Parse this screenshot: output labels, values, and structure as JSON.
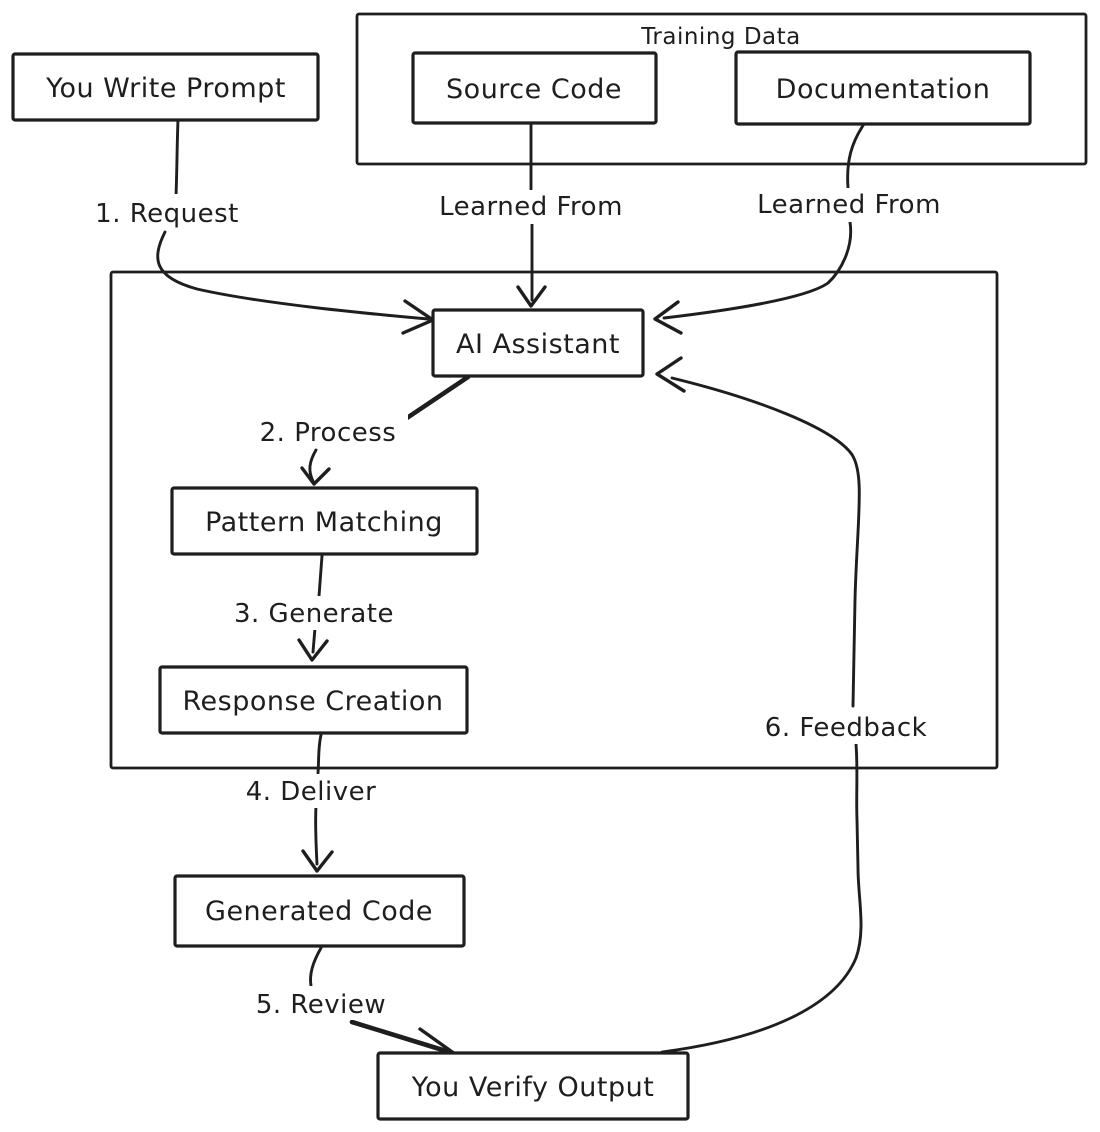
{
  "diagram": {
    "background": "#ffffff",
    "stroke_color": "#1e1e1e",
    "containers": {
      "training_data": {
        "label": "Training Data"
      }
    },
    "nodes": {
      "you_write_prompt": {
        "label": "You Write Prompt"
      },
      "source_code": {
        "label": "Source Code"
      },
      "documentation": {
        "label": "Documentation"
      },
      "ai_assistant": {
        "label": "AI Assistant"
      },
      "pattern_matching": {
        "label": "Pattern Matching"
      },
      "response_creation": {
        "label": "Response Creation"
      },
      "generated_code": {
        "label": "Generated Code"
      },
      "you_verify_output": {
        "label": "You Verify Output"
      }
    },
    "edges": {
      "request": {
        "label": "1. Request"
      },
      "learned_from_source": {
        "label": "Learned From"
      },
      "learned_from_docs": {
        "label": "Learned From"
      },
      "process": {
        "label": "2. Process"
      },
      "generate": {
        "label": "3. Generate"
      },
      "deliver": {
        "label": "4. Deliver"
      },
      "review": {
        "label": "5. Review"
      },
      "feedback": {
        "label": "6. Feedback"
      }
    }
  }
}
